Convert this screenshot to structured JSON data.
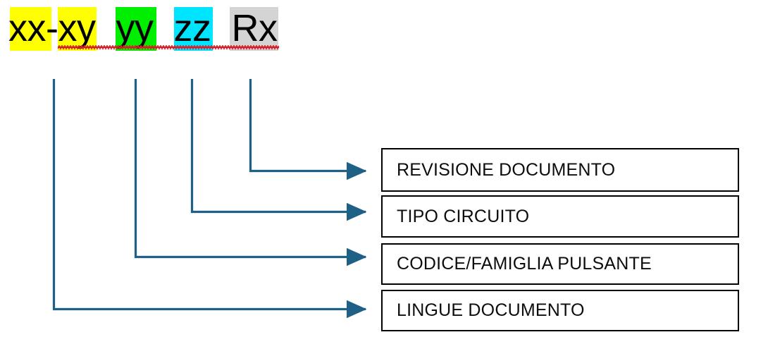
{
  "code_line": {
    "full_text": "xx-xy  yy  zz  Rx",
    "segments": [
      {
        "text": "xx-",
        "highlight": "#ffff00",
        "name": "segment-xx"
      },
      {
        "text": "xy",
        "highlight": "#ffff00",
        "name": "segment-xy"
      },
      {
        "text": "yy",
        "highlight": "#00ee00",
        "name": "segment-yy"
      },
      {
        "text": "zz",
        "highlight": "#00e5ff",
        "name": "segment-zz"
      },
      {
        "text": "Rx",
        "highlight": "#d4d4d4",
        "name": "segment-rx"
      }
    ],
    "spellcheck_color": "#e8202a",
    "spellcheck_bar_color": "#1b1b1b"
  },
  "connectors": {
    "color": "#1f6086",
    "items": [
      {
        "name": "connector-rx-to-revisione",
        "from_segment": "Rx"
      },
      {
        "name": "connector-zz-to-tipo-circuito",
        "from_segment": "zz"
      },
      {
        "name": "connector-yy-to-codice-famiglia",
        "from_segment": "yy"
      },
      {
        "name": "connector-xx-to-lingue",
        "from_segment": "xx-xy"
      }
    ]
  },
  "labels": [
    {
      "name": "label-box-revisione-documento",
      "text": "REVISIONE DOCUMENTO"
    },
    {
      "name": "label-box-tipo-circuito",
      "text": "TIPO CIRCUITO"
    },
    {
      "name": "label-box-codice-famiglia-pulsante",
      "text": "CODICE/FAMIGLIA PULSANTE"
    },
    {
      "name": "label-box-lingue-documento",
      "text": "LINGUE DOCUMENTO"
    }
  ]
}
